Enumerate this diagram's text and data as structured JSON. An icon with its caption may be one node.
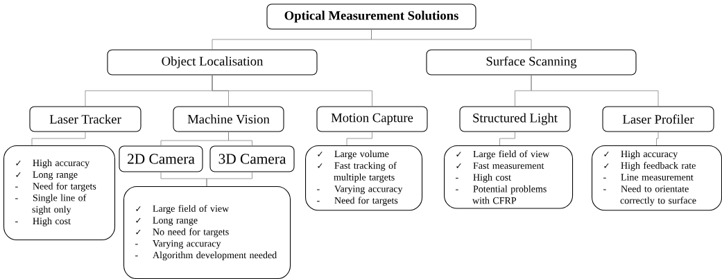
{
  "diagram": {
    "nodes": [
      {
        "text": [
          "Optical Measurement Solutions"
        ]
      },
      {
        "text": [
          "Object Localisation"
        ]
      },
      {
        "text": [
          "Surface Scanning"
        ]
      },
      {
        "text": [
          "Laser Tracker"
        ]
      },
      {
        "text": [
          "Machine Vision"
        ]
      },
      {
        "text": [
          "Motion Capture"
        ]
      },
      {
        "text": [
          "Structured Light"
        ]
      },
      {
        "text": [
          "Laser Profiler"
        ]
      },
      {
        "text": [
          "✓ High accuracy",
          "✓ Long range",
          "- Need for targets",
          "- Single line of sight only",
          "- High cost"
        ]
      },
      {
        "text": [
          "2D Camera"
        ]
      },
      {
        "text": [
          "3D Camera"
        ]
      },
      {
        "text": [
          "✓ Large field of view",
          "✓ Long range",
          "✓ No need for targets",
          "- Varying accuracy",
          "- Algorithm development needed"
        ]
      },
      {
        "text": [
          "✓ Large volume",
          "✓ Fast tracking of multiple targets",
          "- Varying accuracy",
          "- Need for targets"
        ]
      },
      {
        "text": [
          "✓ Large field of view",
          "✓ Fast measurement",
          "- High cost",
          "- Potential problems with CFRP"
        ]
      },
      {
        "text": [
          "✓ High accuracy",
          "✓ High feedback rate",
          "- Line measurement",
          "- Need to orientate correctly to surface"
        ]
      }
    ],
    "edges": [
      {
        "from": 0,
        "to": 1,
        "arrow": "none"
      },
      {
        "from": 0,
        "to": 2,
        "arrow": "none"
      },
      {
        "from": 1,
        "to": 3,
        "arrow": "none"
      },
      {
        "from": 1,
        "to": 4,
        "arrow": "none"
      },
      {
        "from": 1,
        "to": 5,
        "arrow": "none"
      },
      {
        "from": 2,
        "to": 6,
        "arrow": "none"
      },
      {
        "from": 2,
        "to": 7,
        "arrow": "none"
      },
      {
        "from": 3,
        "to": 8,
        "arrow": "none"
      },
      {
        "from": 4,
        "to": 9,
        "arrow": "none"
      },
      {
        "from": 4,
        "to": 10,
        "arrow": "none"
      },
      {
        "from": 9,
        "to": 11,
        "arrow": "none"
      },
      {
        "from": 10,
        "to": 11,
        "arrow": "none"
      },
      {
        "from": 5,
        "to": 12,
        "arrow": "none"
      },
      {
        "from": 6,
        "to": 13,
        "arrow": "none"
      },
      {
        "from": 7,
        "to": 14,
        "arrow": "none"
      }
    ]
  }
}
